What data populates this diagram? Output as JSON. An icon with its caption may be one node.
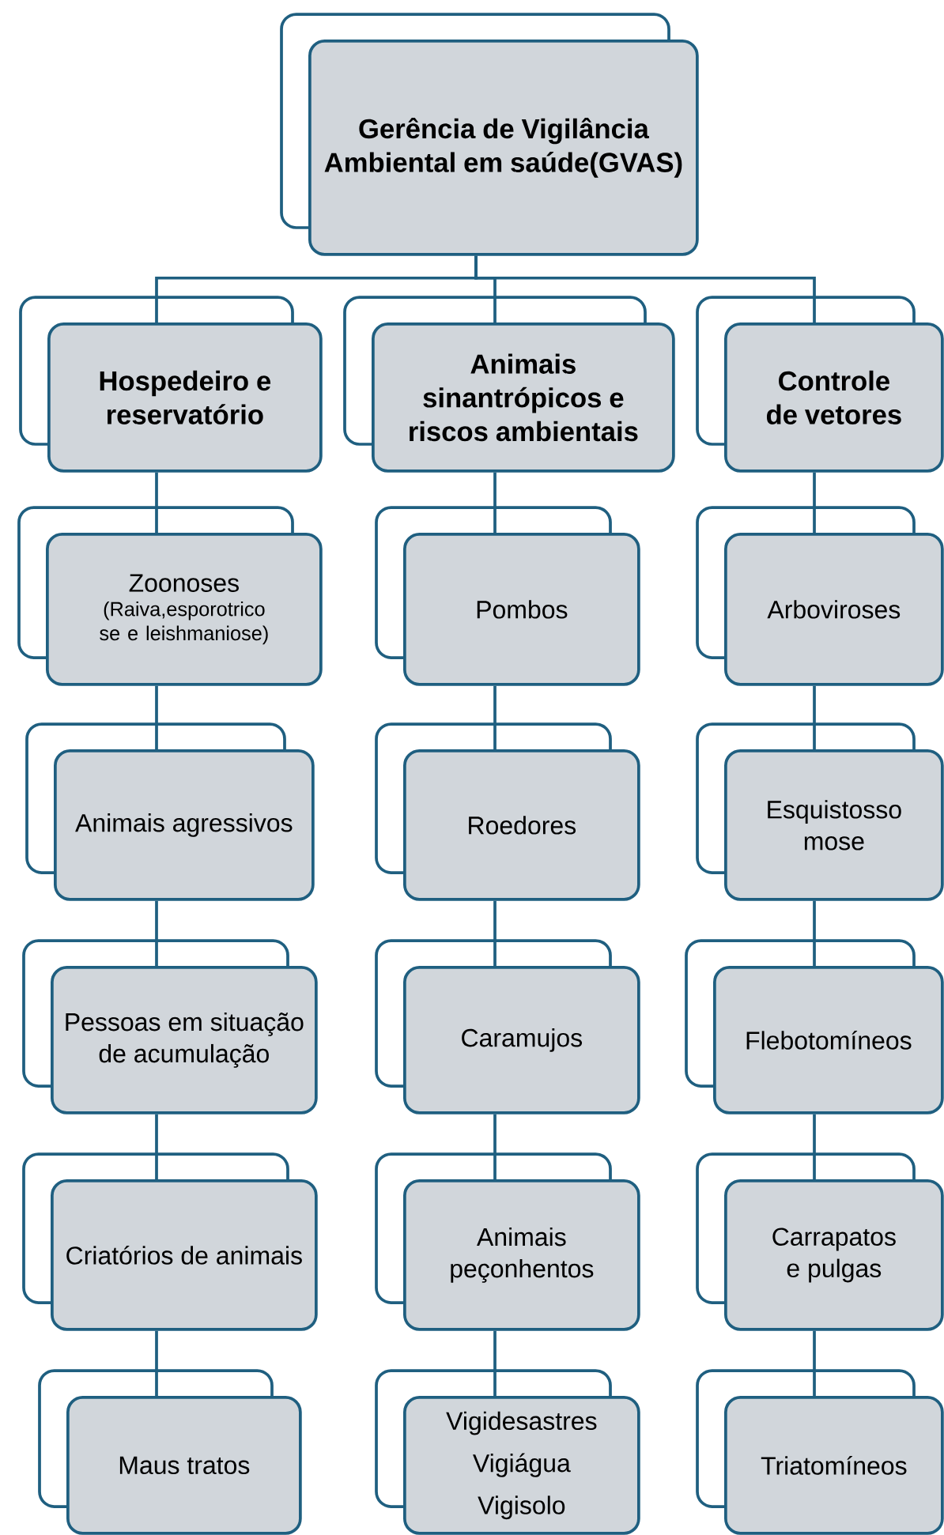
{
  "diagram": {
    "nodes": [
      {
        "text": [
          "Gerência de Vigilância Ambiental em saúde(GVAS)"
        ]
      },
      {
        "text": [
          "Hospedeiro e reservatório"
        ]
      },
      {
        "text": [
          "Animais sinantrópicos e riscos ambientais"
        ]
      },
      {
        "text": [
          "Controle de vetores"
        ]
      },
      {
        "text": [
          "Zoonoses",
          "(Raiva,esporotrico se e leishmaniose)"
        ]
      },
      {
        "text": [
          "Animais agressivos"
        ]
      },
      {
        "text": [
          "Pessoas em situação de acumulação"
        ]
      },
      {
        "text": [
          "Criatórios de animais"
        ]
      },
      {
        "text": [
          "Maus tratos"
        ]
      },
      {
        "text": [
          "Pombos"
        ]
      },
      {
        "text": [
          "Roedores"
        ]
      },
      {
        "text": [
          "Caramujos"
        ]
      },
      {
        "text": [
          "Animais peçonhentos"
        ]
      },
      {
        "text": [
          "Vigidesastres",
          "Vigiágua",
          "Vigisolo"
        ]
      },
      {
        "text": [
          "Arboviroses"
        ]
      },
      {
        "text": [
          "Esquistosso mose"
        ]
      },
      {
        "text": [
          "Flebotomíneos"
        ]
      },
      {
        "text": [
          "Carrapatos e pulgas"
        ]
      },
      {
        "text": [
          "Triatomíneos"
        ]
      }
    ],
    "edges": [
      {
        "from": 0,
        "to": 1,
        "arrow": "none"
      },
      {
        "from": 0,
        "to": 2,
        "arrow": "none"
      },
      {
        "from": 0,
        "to": 3,
        "arrow": "none"
      },
      {
        "from": 1,
        "to": 4,
        "arrow": "none"
      },
      {
        "from": 4,
        "to": 5,
        "arrow": "none"
      },
      {
        "from": 5,
        "to": 6,
        "arrow": "none"
      },
      {
        "from": 6,
        "to": 7,
        "arrow": "none"
      },
      {
        "from": 7,
        "to": 8,
        "arrow": "none"
      },
      {
        "from": 2,
        "to": 9,
        "arrow": "none"
      },
      {
        "from": 9,
        "to": 10,
        "arrow": "none"
      },
      {
        "from": 10,
        "to": 11,
        "arrow": "none"
      },
      {
        "from": 11,
        "to": 12,
        "arrow": "none"
      },
      {
        "from": 12,
        "to": 13,
        "arrow": "none"
      },
      {
        "from": 3,
        "to": 14,
        "arrow": "none"
      },
      {
        "from": 14,
        "to": 15,
        "arrow": "none"
      },
      {
        "from": 15,
        "to": 16,
        "arrow": "none"
      },
      {
        "from": 16,
        "to": 17,
        "arrow": "none"
      },
      {
        "from": 17,
        "to": 18,
        "arrow": "none"
      }
    ]
  }
}
